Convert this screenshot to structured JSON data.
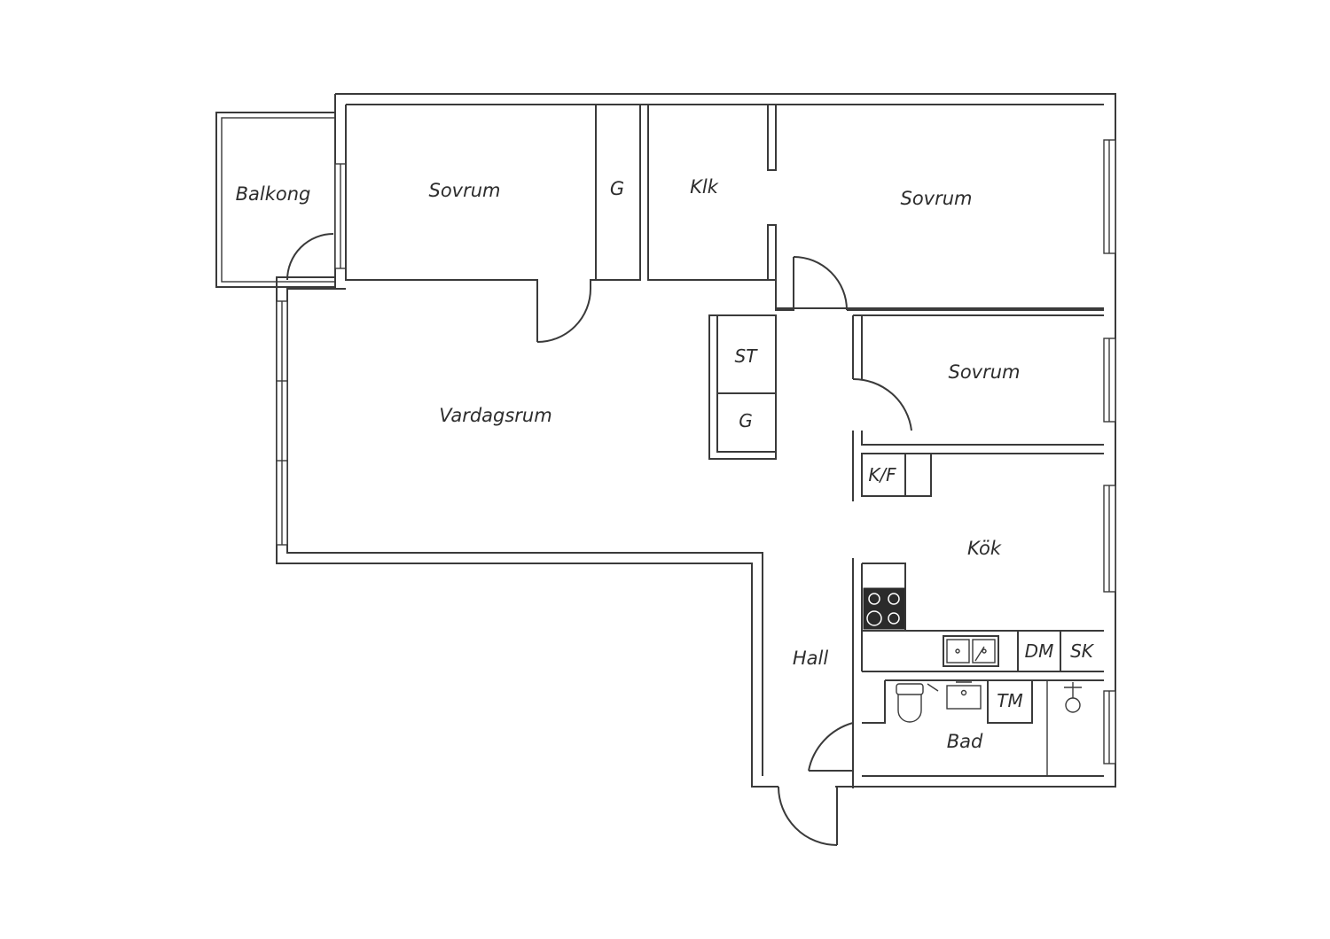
{
  "rooms": {
    "balkong": "Balkong",
    "sovrum_1": "Sovrum",
    "garderob_1": "G",
    "klk": "Klk",
    "sovrum_2": "Sovrum",
    "sovrum_3": "Sovrum",
    "vardagsrum": "Vardagsrum",
    "st": "ST",
    "garderob_2": "G",
    "kf": "K/F",
    "kok": "Kök",
    "hall": "Hall",
    "dm": "DM",
    "sk": "SK",
    "tm": "TM",
    "bad": "Bad"
  },
  "colors": {
    "wall": "#3a3a3a",
    "background": "#ffffff",
    "stove": "#2b2b2b"
  }
}
